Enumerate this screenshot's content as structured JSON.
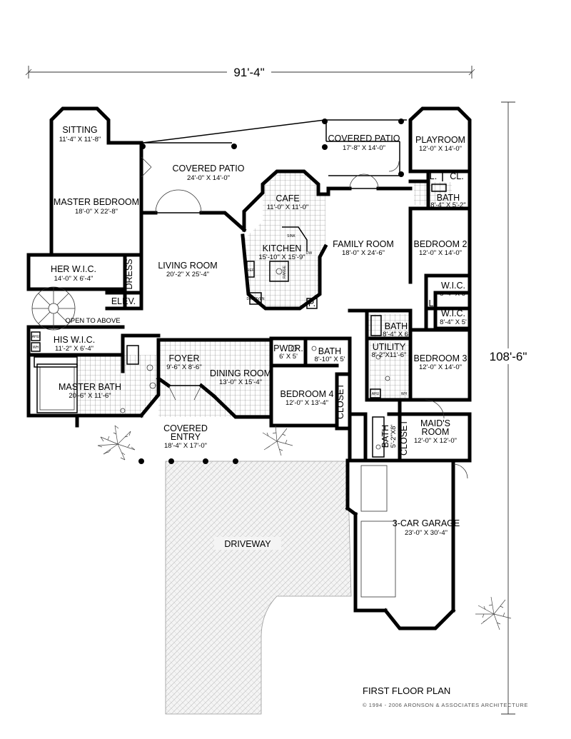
{
  "plan": {
    "title": "FIRST FLOOR PLAN",
    "copyright": "© 1994 - 2006 ARONSON & ASSOCIATES ARCHITECTURE",
    "overall_width": "91'-4\"",
    "overall_depth": "108'-6\""
  },
  "rooms": {
    "sitting": {
      "name": "SITTING",
      "dims": "11'-4\" X 11'-8\""
    },
    "covered_patio_left": {
      "name": "COVERED PATIO",
      "dims": "24'-0\" X 14'-0\""
    },
    "covered_patio_right": {
      "name": "COVERED PATIO",
      "dims": "17'-8\" X 14'-0\""
    },
    "playroom": {
      "name": "PLAYROOM",
      "dims": "12'-0\" X 14'-0\""
    },
    "master_bedroom": {
      "name": "MASTER BEDROOM",
      "dims": "18'-0\" X 22'-8\""
    },
    "cafe": {
      "name": "CAFE",
      "dims": "11'-0\" X 11'-0\""
    },
    "bath_upper": {
      "name": "BATH",
      "dims": "8'-4\" X 5'-2\""
    },
    "kitchen": {
      "name": "KITCHEN",
      "dims": "15'-10\" X 15'-9\""
    },
    "family_room": {
      "name": "FAMILY ROOM",
      "dims": "18'-0\" X 24'-6\""
    },
    "bedroom2": {
      "name": "BEDROOM 2",
      "dims": "12'-0\" X 14'-0\""
    },
    "living_room": {
      "name": "LIVING ROOM",
      "dims": "20'-2\" X 25'-4\""
    },
    "her_wic": {
      "name": "HER W.I.C.",
      "dims": "14'-0\" X 6'-4\""
    },
    "wic_upper": {
      "name": "W.I.C.",
      "dims": "8'-4\" X 5'"
    },
    "wic_lower": {
      "name": "W.I.C.",
      "dims": "8'-4\" X 5'"
    },
    "his_wic": {
      "name": "HIS W.I.C.",
      "dims": "11'-2\" X 6'-4\""
    },
    "bath_mid": {
      "name": "BATH",
      "dims": "8'-4\" X 6'"
    },
    "utility": {
      "name": "UTILITY",
      "dims": "8'-2\"X11'-6\""
    },
    "bedroom3": {
      "name": "BEDROOM 3",
      "dims": "12'-0\" X 14'-0\""
    },
    "foyer": {
      "name": "FOYER",
      "dims": "9'-6\" X 8'-6\""
    },
    "pwdr": {
      "name": "PWDR.",
      "dims": "6' X 5'"
    },
    "bath_hall": {
      "name": "BATH",
      "dims": "8'-10\" X 5'"
    },
    "dining_room": {
      "name": "DINING ROOM",
      "dims": "13'-0\" X 15'-4\""
    },
    "master_bath": {
      "name": "MASTER BATH",
      "dims": "20'-6\" X 11'-6\""
    },
    "bedroom4": {
      "name": "BEDROOM 4",
      "dims": "12'-0\" X 13'-4\""
    },
    "maids_room": {
      "name": "MAID'S",
      "name2": "ROOM",
      "dims": "12'-0\" X 12'-0\""
    },
    "covered_entry": {
      "name": "COVERED",
      "name2": "ENTRY",
      "dims": "18'-4\" X 17'-0\""
    },
    "bath_maid": {
      "name": "BATH",
      "dims": "5'-2\"X8'"
    },
    "garage": {
      "name": "3-CAR GARAGE",
      "dims": "23'-0\" X 30'-4\""
    },
    "driveway": {
      "name": "DRIVEWAY"
    }
  },
  "labels": {
    "dress": "DRESS",
    "elev": "ELEV.",
    "open_to_above": "OPEN TO ABOVE",
    "linen": "L.",
    "closet_cl": "CL.",
    "pantry": "P.",
    "linen_mid": "L",
    "closet_bed4": "CLOSET",
    "closet_maid": "CLOSET",
    "sink": "SINK",
    "dw": "DW",
    "ref": "REF",
    "range": "RANGE",
    "oven": "DBL OVEN",
    "ahu": "AHU",
    "wh": "WH"
  }
}
